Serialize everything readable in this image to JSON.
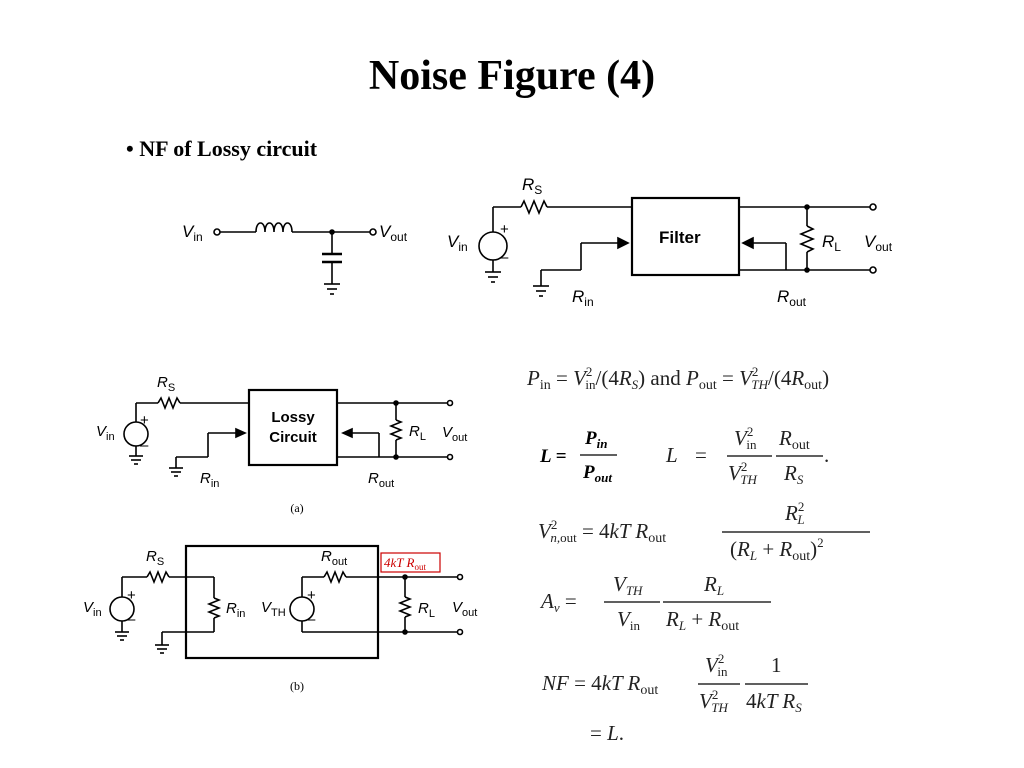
{
  "slide": {
    "title": "Noise Figure (4)",
    "bullet": "• NF of Lossy circuit"
  },
  "circuit_top_left": {
    "vin": "V",
    "vin_sub": "in",
    "vout": "V",
    "vout_sub": "out"
  },
  "circuit_top_right": {
    "rs": "R",
    "rs_sub": "S",
    "block": "Filter",
    "rl": "R",
    "rl_sub": "L",
    "vin": "V",
    "vin_sub": "in",
    "vout": "V",
    "vout_sub": "out",
    "rin": "R",
    "rin_sub": "in",
    "rout": "R",
    "rout_sub": "out"
  },
  "circuit_a": {
    "rs": "R",
    "rs_sub": "S",
    "block_line1": "Lossy",
    "block_line2": "Circuit",
    "rl": "R",
    "rl_sub": "L",
    "vin": "V",
    "vin_sub": "in",
    "vout": "V",
    "vout_sub": "out",
    "rin": "R",
    "rin_sub": "in",
    "rout": "R",
    "rout_sub": "out",
    "caption": "(a)"
  },
  "circuit_b": {
    "rs": "R",
    "rs_sub": "S",
    "rin": "R",
    "rin_sub": "in",
    "vth": "V",
    "vth_sub": "TH",
    "rout": "R",
    "rout_sub": "out",
    "rl": "R",
    "rl_sub": "L",
    "vin": "V",
    "vin_sub": "in",
    "vout": "V",
    "vout_sub": "out",
    "noise_annot": "4kT R",
    "noise_annot_sub": "out",
    "caption": "(b)"
  },
  "equations": {
    "power": "P_in = V_in^2/(4R_S) and P_out = V_TH^2/(4R_out)",
    "loss_def": "L = P_in / P_out",
    "loss": "L = (V_in^2 / V_TH^2)(R_out / R_S).",
    "noise_out": "V_n,out^2 = 4kT R_out R_L^2 / (R_L + R_out)^2",
    "gain": "A_v = (V_TH / V_in)(R_L / (R_L + R_out))",
    "nf": "NF = 4kT R_out (V_in^2 / V_TH^2)(1 / 4kT R_S)",
    "nf_result": "= L."
  }
}
